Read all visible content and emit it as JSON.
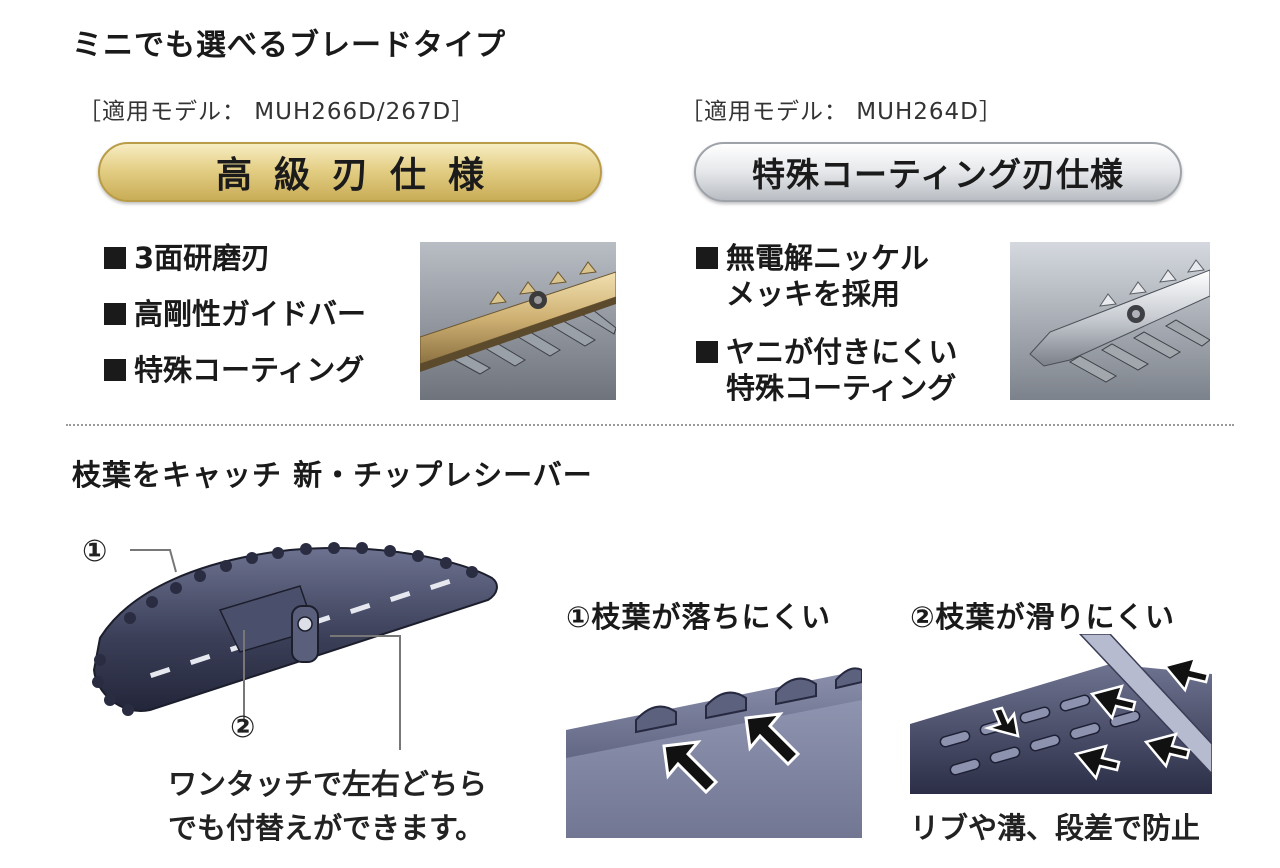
{
  "section1": {
    "title": "ミニでも選べるブレードタイプ",
    "left": {
      "model_label": "［適用モデル： MUH266D/267D］",
      "pill_label": "高級刃仕様",
      "features": [
        "3面研磨刃",
        "高剛性ガイドバー",
        "特殊コーティング"
      ]
    },
    "right": {
      "model_label": "［適用モデル： MUH264D］",
      "pill_label": "特殊コーティング刃仕様",
      "features": [
        "無電解ニッケル\nメッキを採用",
        "ヤニが付きにくい\n特殊コーティング"
      ]
    }
  },
  "section2": {
    "title": "枝葉をキャッチ 新・チップレシーバー",
    "marker1": "①",
    "marker2": "②",
    "onetouch_caption": "ワンタッチで左右どちら\nでも付替えができます。",
    "detail1_title": "①枝葉が落ちにくい",
    "detail2_title": "②枝葉が滑りにくい",
    "detail2_caption": "リブや溝、段差で防止"
  },
  "colors": {
    "gold_pill": "#e4cf86",
    "silver_pill": "#e5e7ea",
    "receiver_navy": "#3b3f58"
  }
}
